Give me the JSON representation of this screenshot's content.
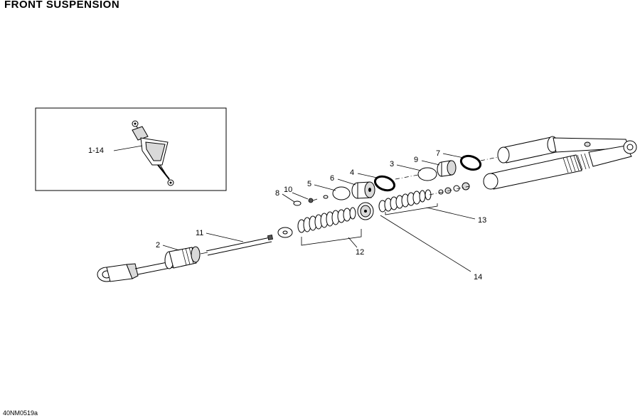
{
  "title": "FRONT SUSPENSION",
  "figure_code": "40NM0519a",
  "callouts": {
    "c1_14": "1-14",
    "c2": "2",
    "c3": "3",
    "c4": "4",
    "c5": "5",
    "c6": "6",
    "c7": "7",
    "c8": "8",
    "c9": "9",
    "c10": "10",
    "c11": "11",
    "c12": "12",
    "c13": "13",
    "c14": "14"
  }
}
